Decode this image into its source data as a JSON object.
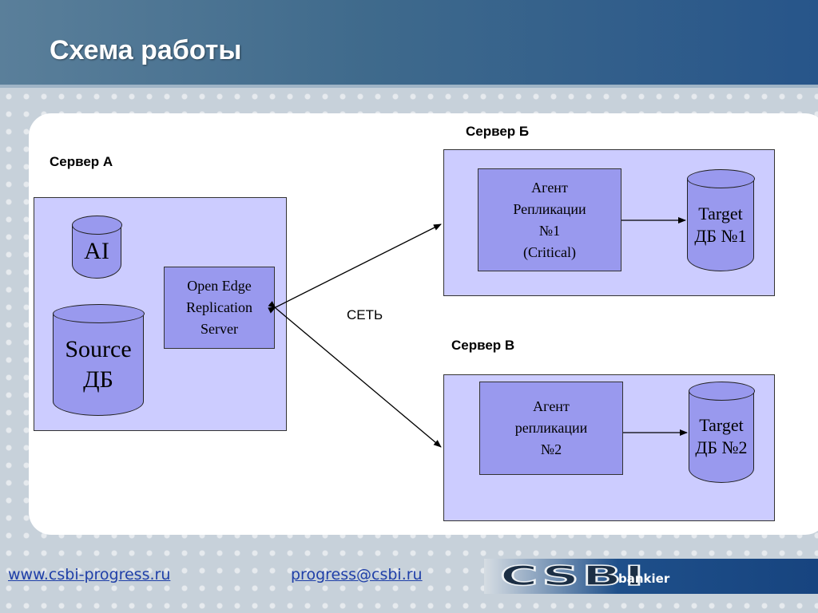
{
  "slide": {
    "title": "Схема работы"
  },
  "diagram": {
    "server_a": {
      "label": "Сервер А",
      "ai_db": "AI",
      "source_db": [
        "Source",
        "ДБ"
      ],
      "replication_server": [
        "Open Edge",
        "Replication",
        "Server"
      ]
    },
    "server_b": {
      "label": "Сервер Б",
      "agent": [
        "Агент",
        "Репликации",
        "№1",
        "(Critical)"
      ],
      "target_db": [
        "Target",
        "ДБ №1"
      ]
    },
    "server_c": {
      "label": "Сервер В",
      "agent": [
        "Агент",
        "репликации",
        "№2"
      ],
      "target_db": [
        "Target",
        "ДБ №2"
      ]
    },
    "network_label": "СЕТЬ"
  },
  "footer": {
    "website": "www.csbi-progress.ru",
    "email": "progress@csbi.ru"
  },
  "logo": {
    "letters": "CSBI",
    "sub": "bankier"
  },
  "colors": {
    "server_box": "#ccccff",
    "component": "#9999ee",
    "link": "#1f3fa8",
    "header": "#3f6a8c"
  }
}
